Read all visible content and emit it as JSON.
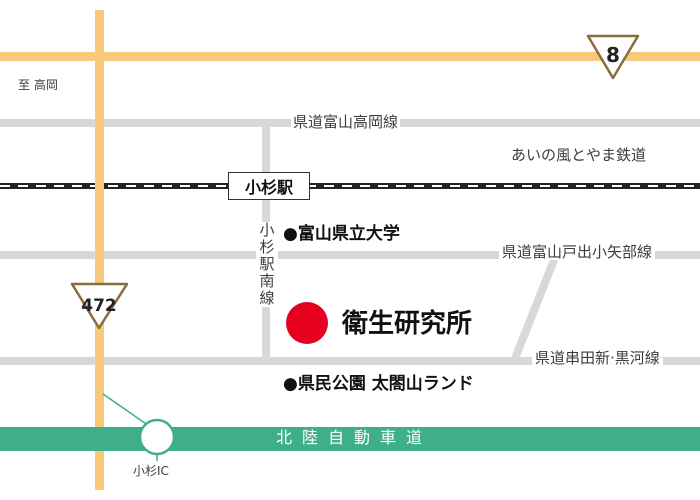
{
  "map": {
    "colors": {
      "national_route": "#f8c97a",
      "prefectural_road": "#d8d8d8",
      "expressway": "#3eaf8a",
      "railway": "#222222",
      "facility_dot": "#e5001f",
      "text": "#3c3c3c"
    },
    "direction_label": "至 高岡",
    "national_routes": [
      {
        "number": "8"
      },
      {
        "number": "472"
      }
    ],
    "roads": [
      {
        "name": "県道富山高岡線"
      },
      {
        "name": "県道富山戸出小矢部線"
      },
      {
        "name": "県道串田新·黒河線"
      },
      {
        "name": "小杉駅南線"
      }
    ],
    "railway": {
      "name": "あいの風とやま鉄道"
    },
    "station": {
      "name": "小杉駅"
    },
    "expressway": {
      "name": "北陸自動車道"
    },
    "interchange": {
      "name": "小杉IC"
    },
    "pois": [
      {
        "name": "●富山県立大学"
      },
      {
        "name": "●県民公園 太閤山ランド"
      }
    ],
    "destination": {
      "name": "衛生研究所"
    }
  }
}
